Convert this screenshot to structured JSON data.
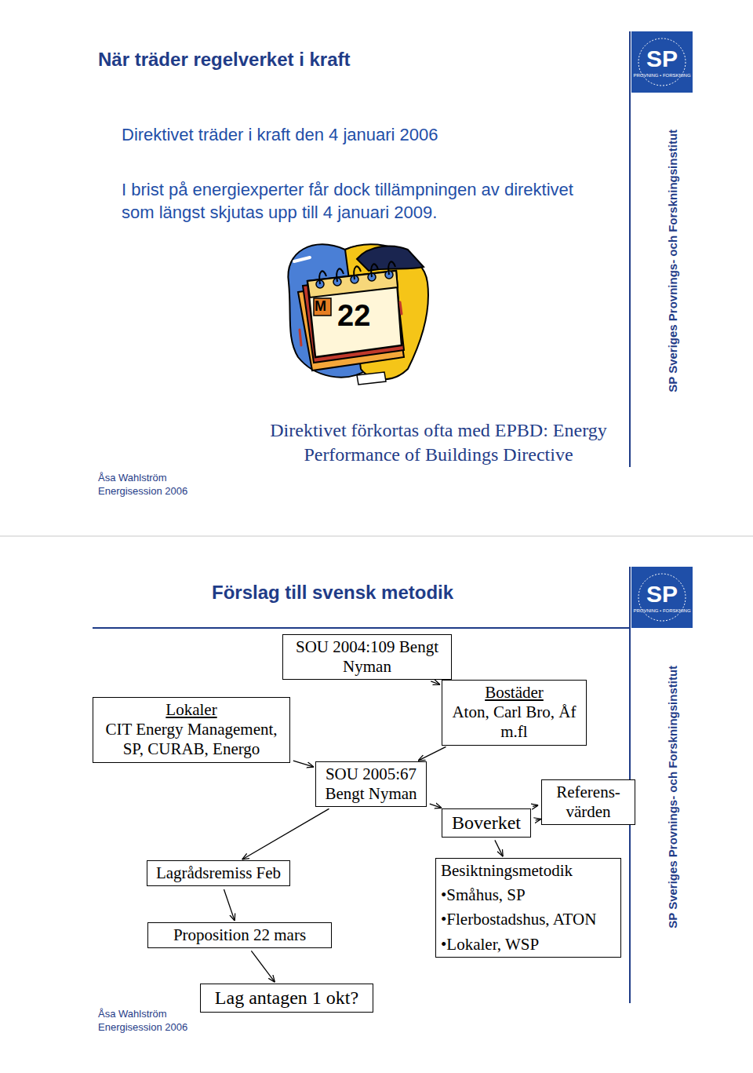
{
  "diagram": {
    "title": "Förslag till svensk metodik",
    "nodes": [
      {
        "text": [
          "SOU 2004:109 Bengt Nyman"
        ]
      },
      {
        "text": [
          "Lokaler",
          "CIT Energy Management, SP, CURAB, Energo"
        ]
      },
      {
        "text": [
          "Bostäder",
          "Aton, Carl Bro, Åf m.fl"
        ]
      },
      {
        "text": [
          "SOU 2005:67 Bengt Nyman"
        ]
      },
      {
        "text": [
          "Referens- värden"
        ]
      },
      {
        "text": [
          "Boverket"
        ]
      },
      {
        "text": [
          "Lagrådsremiss Feb"
        ]
      },
      {
        "text": [
          "Besiktningsmetodik",
          "•Småhus, SP",
          "•Flerbostadshus, ATON",
          "•Lokaler, WSP"
        ]
      },
      {
        "text": [
          "Proposition 22 mars"
        ]
      },
      {
        "text": [
          "Lag antagen 1 okt?"
        ]
      }
    ],
    "edges": [
      {
        "from": 0,
        "to": 2,
        "arrow": "to"
      },
      {
        "from": 1,
        "to": 3,
        "arrow": "to"
      },
      {
        "from": 2,
        "to": 3,
        "arrow": "to"
      },
      {
        "from": 3,
        "to": 5,
        "arrow": "to"
      },
      {
        "from": 3,
        "to": 6,
        "arrow": "to"
      },
      {
        "from": 5,
        "to": 4,
        "arrow": "to"
      },
      {
        "from": 5,
        "to": 4,
        "arrow": "to"
      },
      {
        "from": 5,
        "to": 7,
        "arrow": "to"
      },
      {
        "from": 6,
        "to": 8,
        "arrow": "to"
      },
      {
        "from": 8,
        "to": 9,
        "arrow": "to"
      }
    ],
    "labels": [
      "När träder regelverket i kraft",
      "Direktivet träder i kraft den 4 januari 2006",
      "I brist på energiexperter får dock tillämpningen av direktivet som längst skjutas upp till 4 januari 2009.",
      "Direktivet förkortas ofta med EPBD: Energy Performance of Buildings Directive",
      "Åsa Wahlström",
      "Energisession 2006",
      "SP",
      "PROVNING • FORSKNING",
      "SP Sveriges Provnings- och Forskningsinstitut",
      "M",
      "22",
      "Åsa Wahlström",
      "Energisession 2006",
      "SP",
      "PROVNING • FORSKNING",
      "SP Sveriges Provnings- och Forskningsinstitut"
    ]
  }
}
